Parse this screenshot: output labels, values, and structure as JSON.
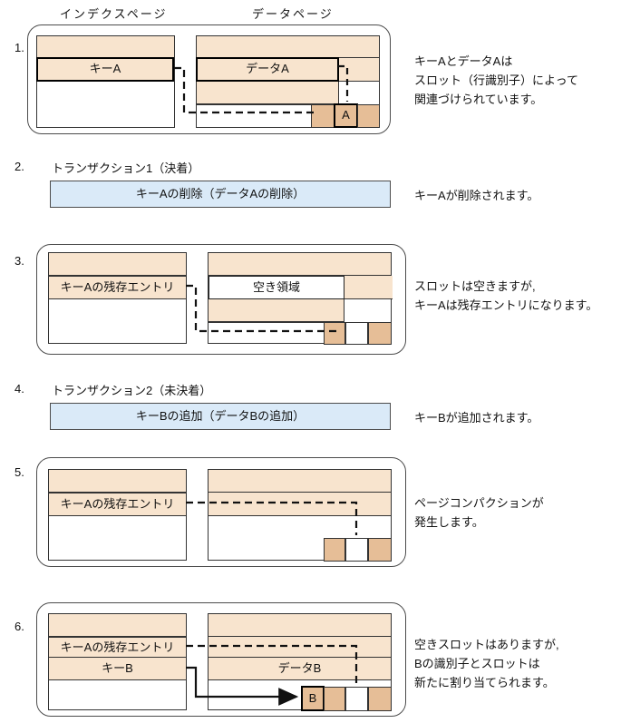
{
  "colors": {
    "row_fill": "#F8E4CE",
    "slot_fill": "#E6BE97",
    "transaction_fill": "#DAEAF8",
    "line": "#111111"
  },
  "headers": {
    "index_page": "インデクスページ",
    "data_page": "データページ"
  },
  "step1": {
    "number": "1.",
    "key_a": "キーA",
    "data_a": "データA",
    "slot_a": "A",
    "note_line1": "キーAとデータAは",
    "note_line2": "スロット（行識別子）によって",
    "note_line3": "関連づけられています。"
  },
  "step2": {
    "number": "2.",
    "title": "トランザクション1（決着）",
    "action": "キーAの削除（データAの削除）",
    "note_line1": "キーAが削除されます。"
  },
  "step3": {
    "number": "3.",
    "residual_entry": "キーAの残存エントリ",
    "free_area": "空き領域",
    "note_line1": "スロットは空きますが,",
    "note_line2": "キーAは残存エントリになります。"
  },
  "step4": {
    "number": "4.",
    "title": "トランザクション2（未決着）",
    "action": "キーBの追加（データBの追加）",
    "note_line1": "キーBが追加されます。"
  },
  "step5": {
    "number": "5.",
    "residual_entry": "キーAの残存エントリ",
    "note_line1": "ページコンパクションが",
    "note_line2": "発生します。"
  },
  "step6": {
    "number": "6.",
    "residual_entry": "キーAの残存エントリ",
    "key_b": "キーB",
    "data_b": "データB",
    "slot_b": "B",
    "note_line1": "空きスロットはありますが,",
    "note_line2": "Bの識別子とスロットは",
    "note_line3": "新たに割り当てられます。"
  }
}
